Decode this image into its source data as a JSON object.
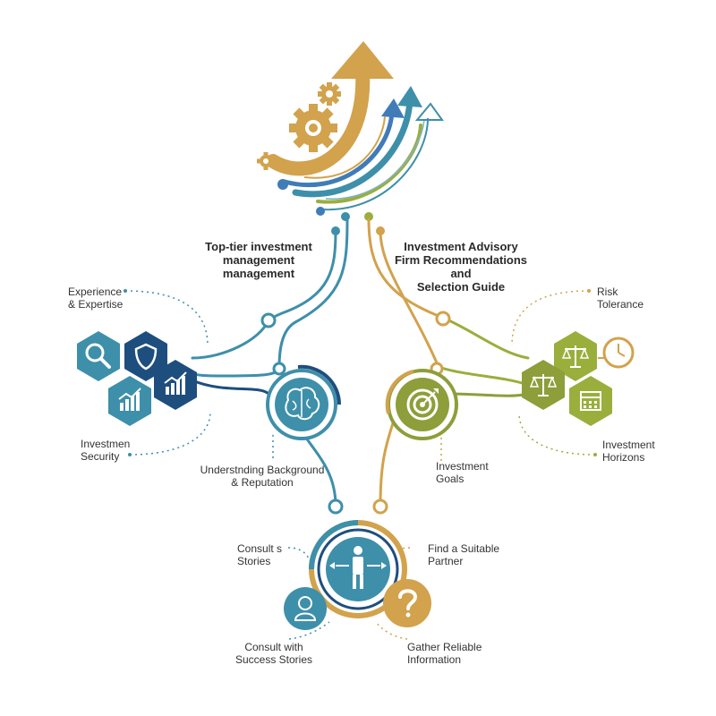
{
  "titles": {
    "left": [
      "Top-tier investment",
      "management",
      "management"
    ],
    "right": [
      "Investment Advisory",
      "Firm Recommendations and",
      "Selection Guide"
    ]
  },
  "labels": {
    "experience": [
      "Experience",
      "& Expertise"
    ],
    "security": [
      "Investmen",
      "Security"
    ],
    "background": [
      "Understnding Background",
      "& Reputation"
    ],
    "risk": [
      "Risk",
      "Tolerance"
    ],
    "horizons": [
      "Investment",
      "Horizons"
    ],
    "goals": [
      "Investment",
      "Goals"
    ],
    "consult_top": [
      "Consult s",
      "Stories"
    ],
    "partner": [
      "Find a Suitable",
      "Partner"
    ],
    "consult_bottom": [
      "Consult with",
      "Success Stories"
    ],
    "gather": [
      "Gather Reliable",
      "Information"
    ]
  },
  "icons": {
    "magnifier": "magnifier-icon",
    "shield": "shield-icon",
    "chart": "bar-chart-icon",
    "brain": "brain-icon",
    "target": "target-icon",
    "scale": "scale-icon",
    "calendar": "calendar-icon",
    "clock": "clock-icon",
    "handshake": "handshake-icon",
    "person": "person-icon",
    "question": "question-icon",
    "gear": "gear-icon",
    "arrow": "growth-arrow-icon"
  },
  "colors": {
    "gold": "#D2A24C",
    "teal": "#3E8FAA",
    "navy": "#1E4E7E",
    "green": "#9AAE3C",
    "olive": "#8D9E3A",
    "blue": "#3F7CB8"
  }
}
